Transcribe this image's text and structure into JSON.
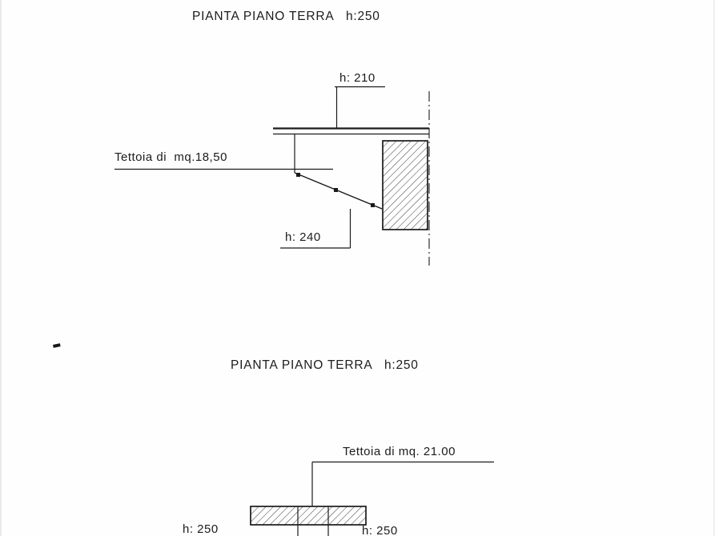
{
  "palette": {
    "paper": "#fefefe",
    "ink": "#1c1c1c"
  },
  "upper_plan": {
    "title": "PIANTA PIANO TERRA   h:250",
    "height_dim_top": "h: 210",
    "canopy_label": "Tettoia di  mq.18,50",
    "height_dim_bottom": "h: 240"
  },
  "lower_plan": {
    "title": "PIANTA PIANO TERRA   h:250",
    "canopy_label": "Tettoia di mq. 21.00",
    "height_dim_left": "h: 250",
    "height_dim_right": "h: 250"
  }
}
